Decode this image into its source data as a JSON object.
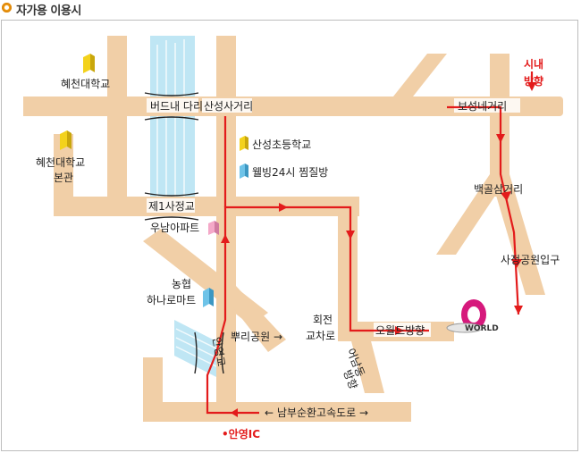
{
  "header": {
    "title": "자가용 이용시"
  },
  "labels": {
    "hyecheon_univ": "혜천대학교",
    "hyecheon_main_1": "혜천대학교",
    "hyecheon_main_2": "본관",
    "budnae_bridge": "버드내 다리",
    "sanseong_intersection": "산성사거리",
    "sanseong_elementary": "산성초등학교",
    "wellbing_sauna": "웰빙24시 찜질방",
    "je1sajeong_bridge": "제1사정교",
    "wunam_apt": "우남아파트",
    "nonghyup_1": "농협",
    "nonghyup_2": "하나로마트",
    "ppuri_park": "뿌리공원 →",
    "anyeong_bridge": "안영교",
    "rotary_1": "회전",
    "rotary_2": "교차로",
    "oworld_dir": "오월드방향",
    "ennam_1": "어남동",
    "ennam_2": "방향",
    "boseong": "보성네거리",
    "city_1": "시내",
    "city_2": "방향",
    "baekgol": "백골삼거리",
    "sajeong_park": "사정공원입구",
    "expressway": "← 남부순환고속도로 →",
    "anyeong_ic": "•안영IC",
    "oworld_logo": "WORLD"
  },
  "colors": {
    "road": "#f1cfa7",
    "route": "#e31b1b",
    "river": "#bfe6f4",
    "building_yellow": "#f3d21c",
    "building_blue": "#6ec3e8",
    "building_pink": "#f4a8c8",
    "oworld": "#d6197c"
  },
  "icons": [
    "building-icon",
    "route-arrow-icon",
    "oworld-logo-icon"
  ]
}
